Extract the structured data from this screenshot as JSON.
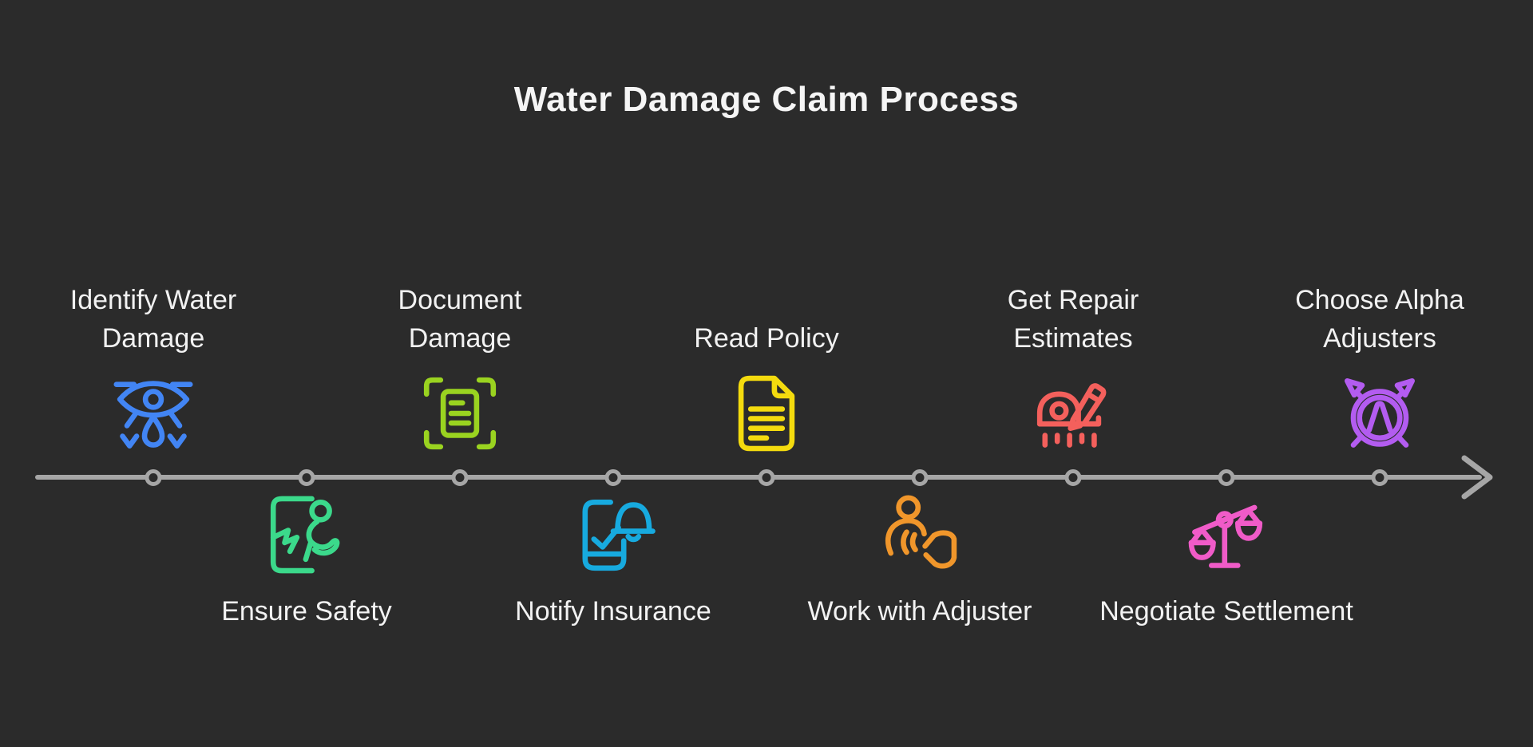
{
  "title": "Water Damage Claim Process",
  "colors": {
    "background": "#2b2b2b",
    "title": "#f5f5f5",
    "text": "#f2f2f2",
    "timeline": "#a6a6a6"
  },
  "timeline": {
    "direction": "left-to-right",
    "node_count": 9,
    "arrow": "right"
  },
  "steps": [
    {
      "label": "Identify Water Damage",
      "lines": [
        "Identify Water",
        "Damage"
      ],
      "side": "above",
      "icon": "drone-inspection-water-drop-icon",
      "color": "#4285f4"
    },
    {
      "label": "Ensure Safety",
      "lines": [
        "Ensure Safety"
      ],
      "side": "below",
      "icon": "slip-hazard-person-icon",
      "color": "#3bd98b"
    },
    {
      "label": "Document Damage",
      "lines": [
        "Document",
        "Damage"
      ],
      "side": "above",
      "icon": "document-scan-icon",
      "color": "#9ad320"
    },
    {
      "label": "Notify Insurance",
      "lines": [
        "Notify",
        "Insurance"
      ],
      "side": "below",
      "icon": "phone-notification-check-icon",
      "color": "#17aadf"
    },
    {
      "label": "Read Policy",
      "lines": [
        "Read Policy"
      ],
      "side": "above",
      "icon": "policy-document-icon",
      "color": "#f4db0e"
    },
    {
      "label": "Work with Adjuster",
      "lines": [
        "Work with",
        "Adjuster"
      ],
      "side": "below",
      "icon": "person-speaking-device-icon",
      "color": "#f0962b"
    },
    {
      "label": "Get Repair Estimates",
      "lines": [
        "Get Repair",
        "Estimates"
      ],
      "side": "above",
      "icon": "tape-measure-pencil-icon",
      "color": "#f4605c"
    },
    {
      "label": "Negotiate Settlement",
      "lines": [
        "Negotiate",
        "Settlement"
      ],
      "side": "below",
      "icon": "balance-scale-icon",
      "color": "#f05bc8"
    },
    {
      "label": "Choose Alpha Adjusters",
      "lines": [
        "Choose Alpha",
        "Adjusters"
      ],
      "side": "above",
      "icon": "alpha-adjusters-logo-icon",
      "color": "#b35cf0"
    }
  ]
}
